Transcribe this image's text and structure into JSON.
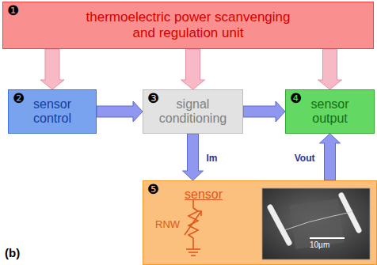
{
  "diagram": {
    "nodes": [
      {
        "text": [
          "❶",
          "thermoelectric power scanvenging and regulation unit"
        ]
      },
      {
        "text": [
          "❷",
          "sensor control"
        ]
      },
      {
        "text": [
          "❸",
          "signal conditioning"
        ]
      },
      {
        "text": [
          "❹",
          "sensor output"
        ]
      },
      {
        "text": [
          "❺",
          "sensor"
        ]
      }
    ],
    "edges": [
      {
        "from": 0,
        "to": 1,
        "arrow": "to"
      },
      {
        "from": 0,
        "to": 2,
        "arrow": "to"
      },
      {
        "from": 0,
        "to": 3,
        "arrow": "to"
      },
      {
        "from": 1,
        "to": 2,
        "arrow": "to"
      },
      {
        "from": 2,
        "to": 3,
        "arrow": "to"
      },
      {
        "from": 2,
        "to": 4,
        "label": "Im",
        "arrow": "to"
      },
      {
        "from": 4,
        "to": 3,
        "label": "Vout",
        "arrow": "to"
      }
    ],
    "labels": [
      "RNW",
      "10µm",
      "(b)"
    ]
  }
}
